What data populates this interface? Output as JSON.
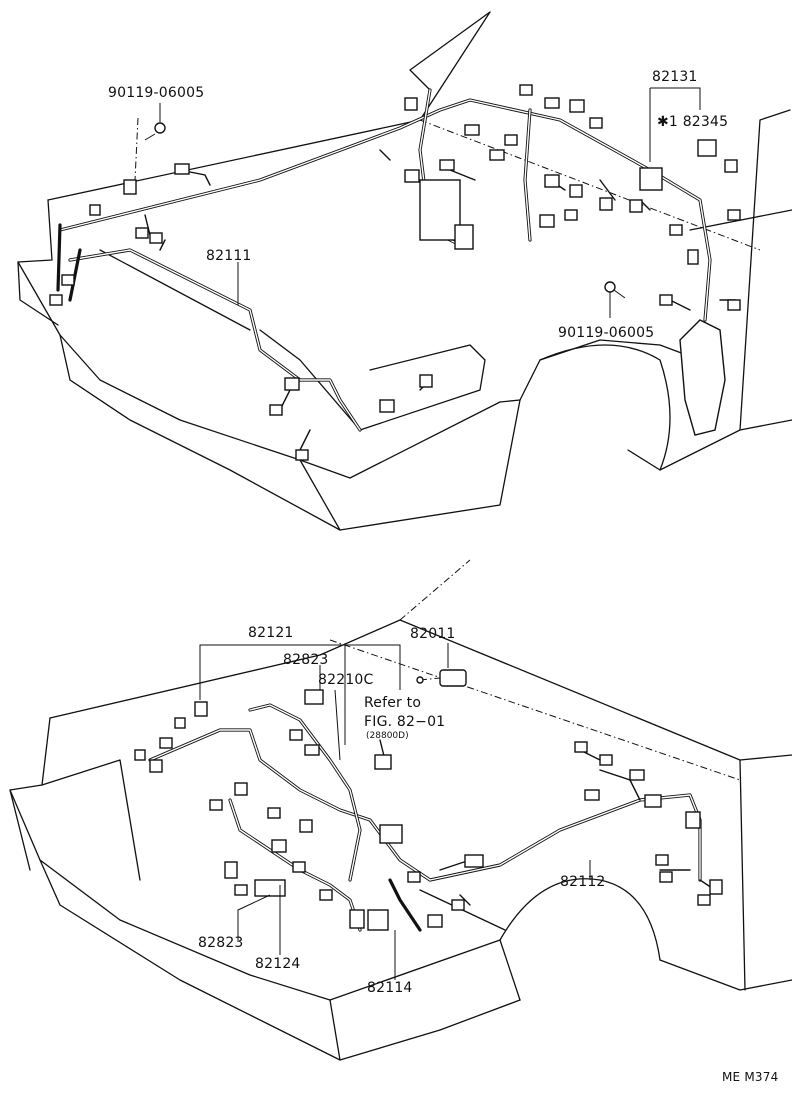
{
  "top_view": {
    "labels": {
      "bolt_left": "90119-06005",
      "main_harness": "82111",
      "sub_harness": "82131",
      "relay_block": "✱1 82345",
      "bolt_right": "90119-06005"
    }
  },
  "bottom_view": {
    "labels": {
      "harness_a": "82121",
      "harness_b": "82011",
      "clamp_top": "82823",
      "harness_c": "82210C",
      "refer_to": "Refer to",
      "fig_ref": "FIG. 82−01",
      "fig_sub": "(28800D)",
      "harness_d": "82112",
      "clamp_bottom": "82823",
      "harness_e": "82124",
      "harness_f": "82114"
    }
  },
  "footer": {
    "code": "ME M374"
  }
}
